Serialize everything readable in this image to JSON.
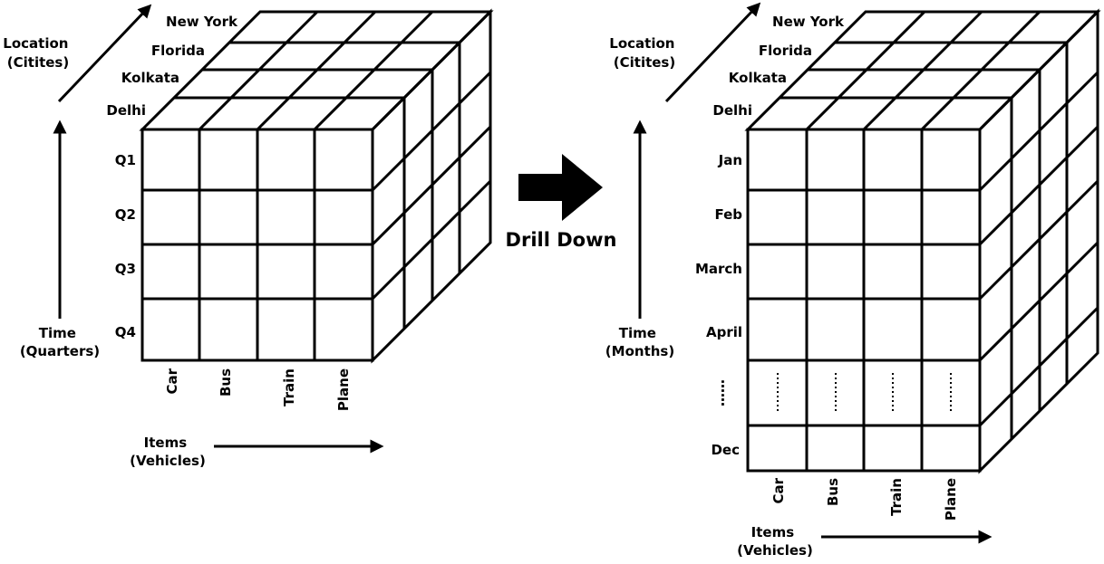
{
  "left_cube": {
    "location_axis_label": [
      "Location",
      "(Citites)"
    ],
    "time_axis_label": [
      "Time",
      "(Quarters)"
    ],
    "items_axis_label": [
      "Items",
      "(Vehicles)"
    ],
    "cities": [
      "New York",
      "Florida",
      "Kolkata",
      "Delhi"
    ],
    "time_rows": [
      "Q1",
      "Q2",
      "Q3",
      "Q4"
    ],
    "items": [
      "Car",
      "Bus",
      "Train",
      "Plane"
    ]
  },
  "transition": {
    "label": "Drill Down"
  },
  "right_cube": {
    "location_axis_label": [
      "Location",
      "(Citites)"
    ],
    "time_axis_label": [
      "Time",
      "(Months)"
    ],
    "items_axis_label": [
      "Items",
      "(Vehicles)"
    ],
    "cities": [
      "New York",
      "Florida",
      "Kolkata",
      "Delhi"
    ],
    "time_rows": [
      "Jan",
      "Feb",
      "March",
      "April",
      "……",
      "Dec"
    ],
    "items": [
      "Car",
      "Bus",
      "Train",
      "Plane"
    ]
  }
}
